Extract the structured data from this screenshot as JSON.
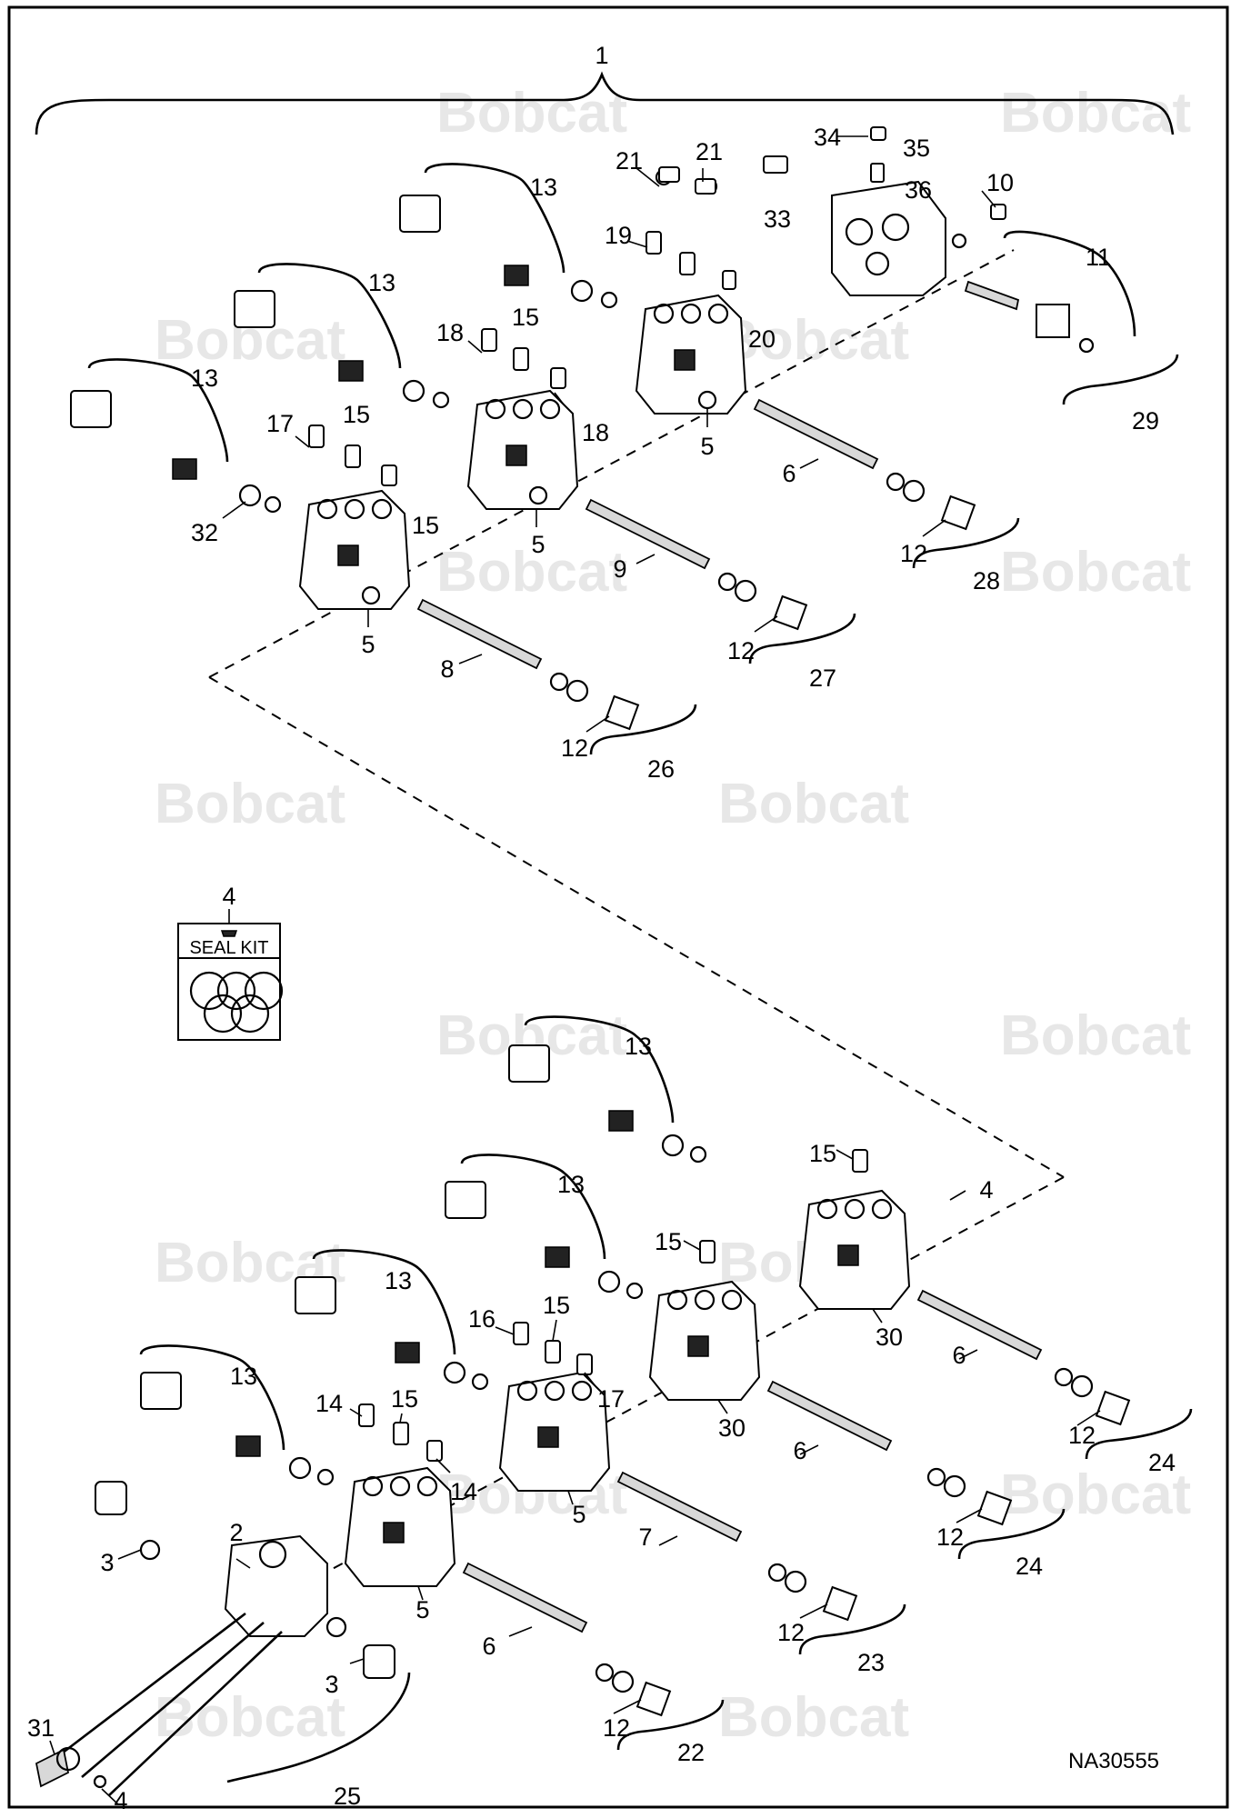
{
  "watermark": "Bobcat",
  "drawing_number": "NA30555",
  "seal_kit": {
    "callout": "4",
    "label": "SEAL KIT"
  },
  "callouts": [
    "1",
    "2",
    "3",
    "4",
    "5",
    "6",
    "7",
    "8",
    "9",
    "10",
    "11",
    "12",
    "13",
    "14",
    "15",
    "16",
    "17",
    "18",
    "19",
    "20",
    "21",
    "22",
    "23",
    "24",
    "25",
    "26",
    "27",
    "28",
    "29",
    "30",
    "31",
    "32",
    "33",
    "34",
    "35",
    "36"
  ]
}
